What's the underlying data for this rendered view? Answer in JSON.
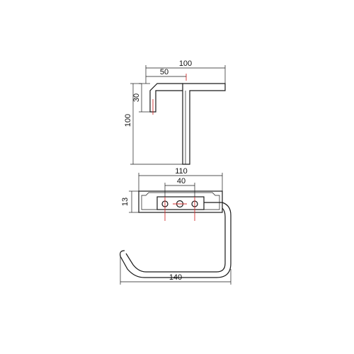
{
  "dimensions": {
    "top_width": "100",
    "top_half": "50",
    "top_side": "30",
    "top_height": "100",
    "bottom_width": "110",
    "hole_spacing": "40",
    "base_thickness": "13",
    "arm_length": "140"
  },
  "colors": {
    "outline": "#1a1a1a",
    "centerline": "#d32f2f"
  }
}
